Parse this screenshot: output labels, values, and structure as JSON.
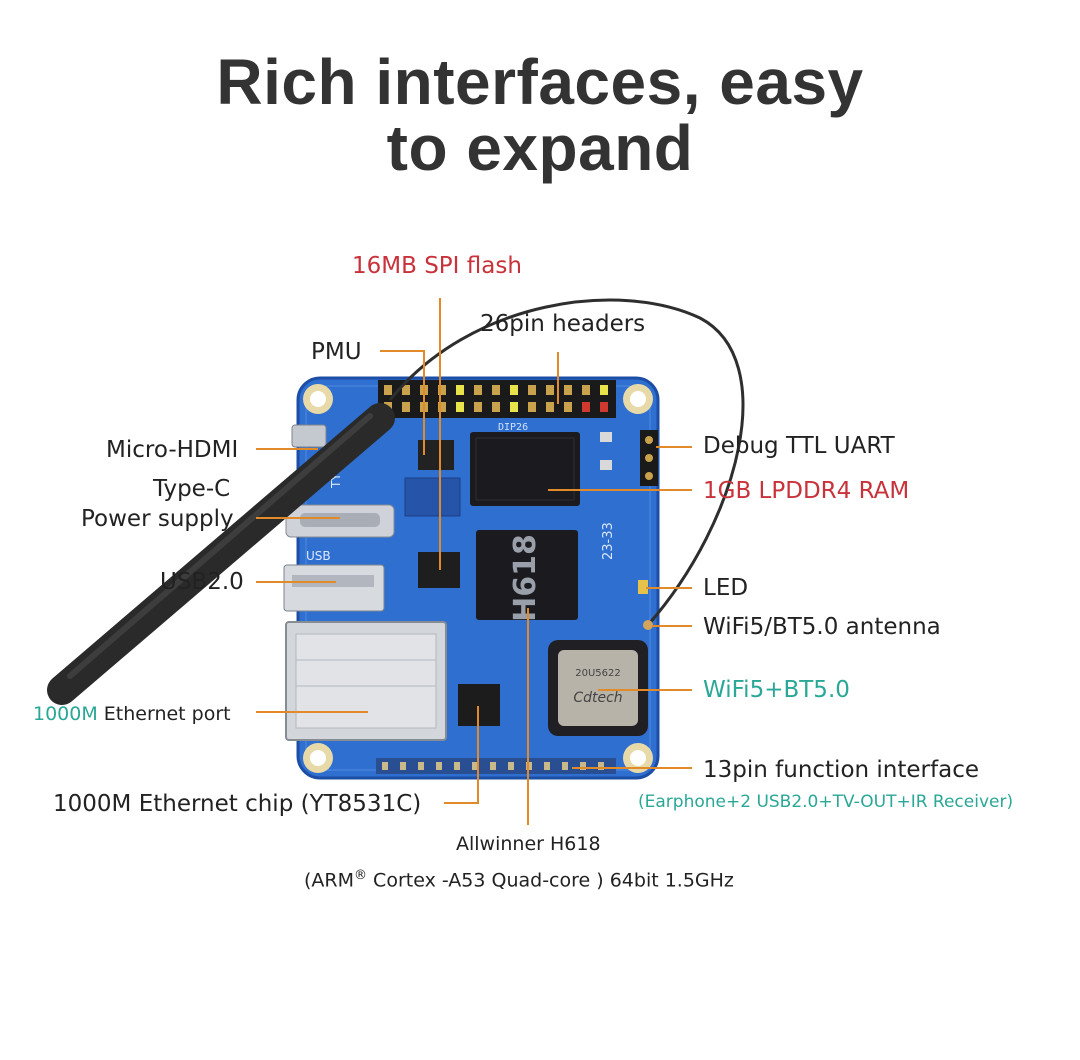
{
  "headline": {
    "line1": "Rich interfaces, easy",
    "line2": "to expand"
  },
  "labels": {
    "spi_flash": "16MB SPI flash",
    "pin_headers": "26pin headers",
    "pmu": "PMU",
    "micro_hdmi": "Micro-HDMI",
    "type_c_line1": "Type-C",
    "type_c_line2": "Power supply",
    "usb2": "USB2.0",
    "ethernet_port_speed": "1000M",
    "ethernet_port_text": " Ethernet port",
    "ethernet_chip": "1000M Ethernet chip (YT8531C)",
    "soc_line1": "Allwinner H618",
    "soc_line2_a": "(ARM",
    "soc_line2_reg": "®",
    "soc_line2_b": " Cortex -A53 Quad-core ) 64bit 1.5GHz",
    "debug_uart": "Debug TTL UART",
    "ram": "1GB LPDDR4 RAM",
    "led": "LED",
    "antenna": "WiFi5/BT5.0 antenna",
    "wifi_module": "WiFi5+BT5.0",
    "function_interface": "13pin function interface",
    "function_interface_sub": "(Earphone+2 USB2.0+TV-OUT+IR Receiver)"
  },
  "board_markings": {
    "soc": "H618",
    "wifi_brand": "Cdtech",
    "wifi_model": "20U5622",
    "header_silk": "DIP26",
    "usb_silk": "USB",
    "typec_silk": "TYPE-C",
    "date_silk": "23-33"
  },
  "colors": {
    "board": "#2f6fd0",
    "board_dark": "#1d4fa8",
    "leader_line": "#e08a2a",
    "red_label": "#c8323a",
    "teal_label": "#2aa796"
  }
}
